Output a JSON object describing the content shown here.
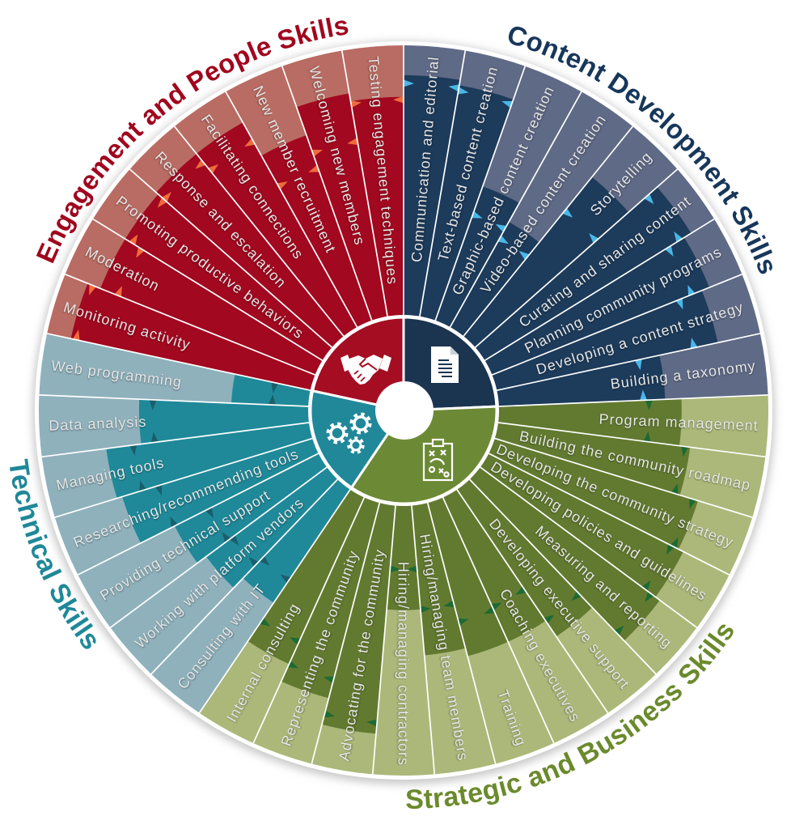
{
  "wheel": {
    "sections": [
      {
        "id": "content-development",
        "title": "Content Development Skills",
        "icon": "document-icon",
        "colors": {
          "title": "#17375a",
          "dark": "#1d3b5b",
          "light": "#5f6a86",
          "marker": "#4ab7e7",
          "hub": "#1b3450"
        },
        "skills": [
          {
            "label": "Communication and editorial",
            "level": 0.89,
            "marker": 0.86
          },
          {
            "label": "Text-based content creation",
            "level": 0.87,
            "marker": 0.85
          },
          {
            "label": "Graphic-based content creation",
            "level": 0.53,
            "marker": 0.42
          },
          {
            "label": "Video-based content creation",
            "level": 0.45,
            "marker": 0.38
          },
          {
            "label": "Storytelling",
            "level": 0.76,
            "marker": 0.6
          },
          {
            "label": "Curating and sharing content",
            "level": 0.9,
            "marker": 0.85
          },
          {
            "label": "Planning community programs",
            "level": 0.87,
            "marker": 0.8
          },
          {
            "label": "Developing a content strategy",
            "level": 0.84,
            "marker": 0.75
          },
          {
            "label": "Building a taxonomy",
            "level": 0.62,
            "marker": 0.54
          }
        ]
      },
      {
        "id": "strategic-business",
        "title": "Strategic and Business Skills",
        "icon": "clipboard-playbook-icon",
        "colors": {
          "title": "#6b8a2c",
          "dark": "#627a30",
          "light": "#abb879",
          "marker": "#1d6a34",
          "hub": "#6c8a35"
        },
        "skills": [
          {
            "label": "Program management",
            "level": 0.68,
            "marker": 0.56
          },
          {
            "label": "Building the community roadmap",
            "level": 0.72,
            "marker": 0.7
          },
          {
            "label": "Developing the community strategy",
            "level": 0.79,
            "marker": 0.77
          },
          {
            "label": "Developing policies and guidelines",
            "level": 0.81,
            "marker": 0.76
          },
          {
            "label": "Measuring and reporting",
            "level": 0.83,
            "marker": 0.79
          },
          {
            "label": "Developing executive support",
            "level": 0.66,
            "marker": 0.59
          },
          {
            "label": "Coaching executives",
            "level": 0.59,
            "marker": 0.45
          },
          {
            "label": "Training",
            "level": 0.59,
            "marker": 0.46
          },
          {
            "label": "Hiring/managing team members",
            "level": 0.56,
            "marker": 0.39
          },
          {
            "label": "Hiring/managing contractors",
            "level": 0.39,
            "marker": 0.24
          },
          {
            "label": "Advocating for the community",
            "level": 0.85,
            "marker": 0.81
          },
          {
            "label": "Representing the community",
            "level": 0.75,
            "marker": 0.68
          },
          {
            "label": "Internal consulting",
            "level": 0.68,
            "marker": 0.59
          }
        ]
      },
      {
        "id": "technical",
        "title": "Technical Skills",
        "icon": "gears-icon",
        "colors": {
          "title": "#1f8898",
          "dark": "#1f8999",
          "light": "#8fb1bc",
          "marker": "#1a5e6c",
          "hub": "#21889a"
        },
        "skills": [
          {
            "label": "Consulting with IT",
            "level": 0.51,
            "marker": 0.41
          },
          {
            "label": "Working with platform vendors",
            "level": 0.56,
            "marker": 0.44
          },
          {
            "label": "Providing technical support",
            "level": 0.6,
            "marker": 0.46
          },
          {
            "label": "Researching/recommending tools",
            "level": 0.74,
            "marker": 0.6
          },
          {
            "label": "Managing tools",
            "level": 0.76,
            "marker": 0.66
          },
          {
            "label": "Data analysis",
            "level": 0.63,
            "marker": 0.58
          },
          {
            "label": "Web programming",
            "level": 0.29,
            "marker": 0.14
          }
        ]
      },
      {
        "id": "engagement-people",
        "title": "Engagement and People Skills",
        "icon": "handshake-icon",
        "colors": {
          "title": "#a0061e",
          "dark": "#a2081f",
          "light": "#b96c63",
          "marker": "#ef6b3c",
          "hub": "#a50d22"
        },
        "skills": [
          {
            "label": "Monitoring activity",
            "level": 0.91,
            "marker": 0.89
          },
          {
            "label": "Moderation",
            "level": 0.86,
            "marker": 0.79
          },
          {
            "label": "Promoting productive behaviors",
            "level": 0.86,
            "marker": 0.83
          },
          {
            "label": "Response and escalation",
            "level": 0.87,
            "marker": 0.83
          },
          {
            "label": "Facilitating connections",
            "level": 0.87,
            "marker": 0.79
          },
          {
            "label": "New member recruitment",
            "level": 0.73,
            "marker": 0.6
          },
          {
            "label": "Welcoming new members",
            "level": 0.84,
            "marker": 0.66
          },
          {
            "label": "Testing engagement techniques",
            "level": 0.81,
            "marker": 0.8
          }
        ]
      }
    ]
  }
}
